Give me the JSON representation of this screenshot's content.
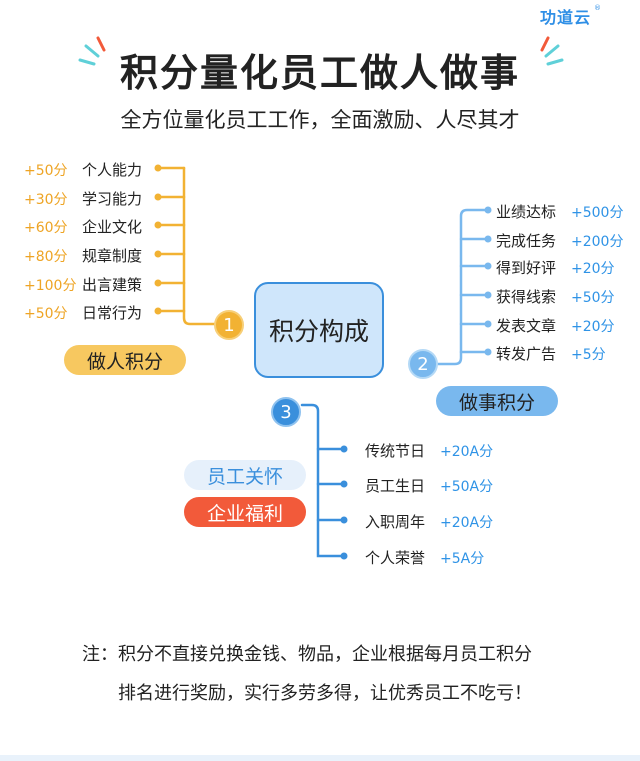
{
  "header": {
    "logo": "功道云",
    "logo_mark": "®",
    "title": "积分量化员工做人做事",
    "subtitle": "全方位量化员工工作，全面激励、人尽其才"
  },
  "colors": {
    "orange": "#f2b233",
    "orange_text": "#eea424",
    "blue": "#3a8fdc",
    "blue_light": "#79b8ee",
    "blue_text": "#2f93e6",
    "red": "#f25a3a",
    "teal": "#5fd0d8"
  },
  "center": {
    "label": "积分构成"
  },
  "branch1": {
    "number": "1",
    "pill": "做人积分",
    "items": [
      {
        "points": "+50分",
        "label": "个人能力"
      },
      {
        "points": "+30分",
        "label": "学习能力"
      },
      {
        "points": "+60分",
        "label": "企业文化"
      },
      {
        "points": "+80分",
        "label": "规章制度"
      },
      {
        "points": "+100分",
        "label": "出言建策"
      },
      {
        "points": "+50分",
        "label": "日常行为"
      }
    ]
  },
  "branch2": {
    "number": "2",
    "pill": "做事积分",
    "items": [
      {
        "label": "业绩达标",
        "points": "+500分"
      },
      {
        "label": "完成任务",
        "points": "+200分"
      },
      {
        "label": "得到好评",
        "points": "+20分"
      },
      {
        "label": "获得线索",
        "points": "+50分"
      },
      {
        "label": "发表文章",
        "points": "+20分"
      },
      {
        "label": "转发广告",
        "points": "+5分"
      }
    ]
  },
  "branch3": {
    "number": "3",
    "pill_top": "员工关怀",
    "pill_bottom": "企业福利",
    "items": [
      {
        "label": "传统节日",
        "points": "+20A分"
      },
      {
        "label": "员工生日",
        "points": "+50A分"
      },
      {
        "label": "入职周年",
        "points": "+20A分"
      },
      {
        "label": "个人荣誉",
        "points": "+5A分"
      }
    ]
  },
  "note": {
    "line1": "注：积分不直接兑换金钱、物品，企业根据每月员工积分",
    "line2": "排名进行奖励，实行多劳多得，让优秀员工不吃亏！"
  }
}
